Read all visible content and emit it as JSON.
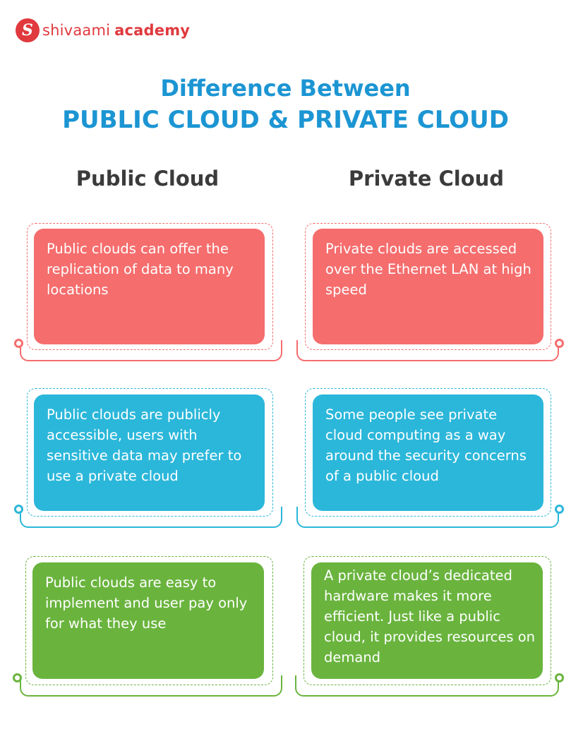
{
  "brand": {
    "logo_letter": "S",
    "name": "shivaami",
    "suffix": "academy"
  },
  "title": {
    "line1": "Difference Between",
    "line2": "PUBLIC CLOUD & PRIVATE CLOUD"
  },
  "columns": {
    "left": "Public Cloud",
    "right": "Private Cloud"
  },
  "colors": {
    "red": "#f56d6d",
    "blue": "#2bb7da",
    "green": "#6ab43e",
    "title": "#1c95d3",
    "brand": "#e0393e"
  },
  "rows": [
    {
      "public": "Public clouds can offer the replication of data to many locations",
      "private": "Private clouds are accessed over the Ethernet LAN at high speed"
    },
    {
      "public": "Public clouds are publicly accessible, users with sensitive data may prefer to use a private cloud",
      "private": "Some people see private cloud computing as a way around the security concerns of a public cloud"
    },
    {
      "public": "Public clouds are easy to implement and user pay only for what they use",
      "private": "A private cloud’s dedicated hardware makes it more efficient. Just like a public cloud, it provides resources on demand"
    }
  ]
}
